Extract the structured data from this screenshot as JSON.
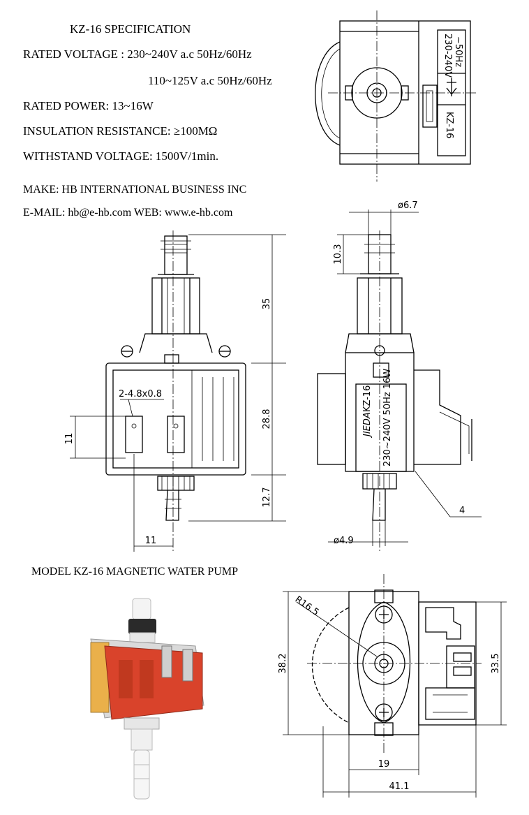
{
  "spec": {
    "heading": "KZ-16 SPECIFICATION",
    "rated_voltage_1": "RATED VOLTAGE : 230~240V a.c  50Hz/60Hz",
    "rated_voltage_2": "110~125V a.c   50Hz/60Hz",
    "rated_power": "RATED POWER: 13~16W",
    "insulation": "INSULATION RESISTANCE: ≥100MΩ",
    "withstand": "WITHSTAND VOLTAGE: 1500V/1min.",
    "make": "MAKE: HB INTERNATIONAL BUSINESS INC",
    "contact": "E-MAIL: hb@e-hb.com  WEB: www.e-hb.com"
  },
  "model_caption": "MODEL KZ-16 MAGNETIC WATER PUMP",
  "top_view_label": {
    "voltage": "230-240V",
    "freq": "~50Hz",
    "model": "KZ-16"
  },
  "front_view": {
    "dim_height_top": "35",
    "dim_height_mid": "28.8",
    "dim_height_bot": "12.7",
    "dim_terminal_h": "11",
    "dim_width_bot": "11",
    "terminal_note": "2-4.8x0.8"
  },
  "side_view": {
    "dim_diameter_top": "ø6.7",
    "dim_nozzle": "10.3",
    "dim_diameter_bot": "ø4.9",
    "leader_label": "4",
    "label_brand": "JIEDA",
    "label_model": "KZ-16",
    "label_rating": "230~240V  50Hz  16W"
  },
  "bottom_view": {
    "radius": "R16.5",
    "dim_left": "38.2",
    "dim_right": "33.5",
    "dim_inner": "19",
    "dim_overall": "41.1"
  },
  "colors": {
    "line": "#000000",
    "coil": "#d9432b",
    "body": "#f2f2f2"
  }
}
